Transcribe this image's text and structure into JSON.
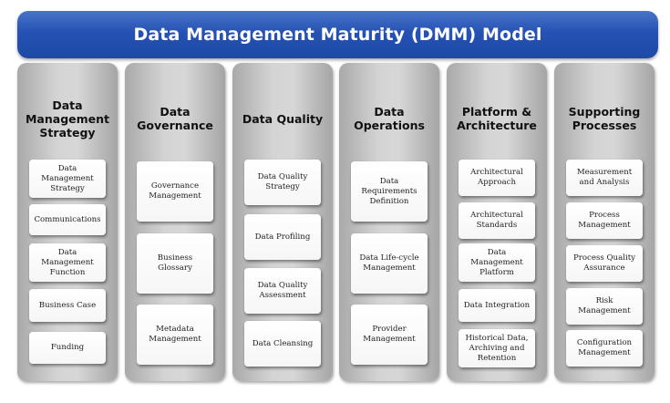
{
  "title": "Data Management Maturity (DMM) Model",
  "colors": {
    "banner": "#2552b4",
    "banner_text": "#ffffff",
    "column_fill": "#cfcfcf",
    "box_fill": "#ffffff"
  },
  "columns": [
    {
      "heading": "Data Management Strategy",
      "items": [
        "Data Management Strategy",
        "Communications",
        "Data Management Function",
        "Business Case",
        "Funding"
      ]
    },
    {
      "heading": "Data Governance",
      "items": [
        "Governance Management",
        "Business Glossary",
        "Metadata Management"
      ]
    },
    {
      "heading": "Data Quality",
      "items": [
        "Data Quality Strategy",
        "Data Profiling",
        "Data Quality Assessment",
        "Data Cleansing"
      ]
    },
    {
      "heading": "Data Operations",
      "items": [
        "Data Requirements Definition",
        "Data Life-cycle Management",
        "Provider Management"
      ]
    },
    {
      "heading": "Platform & Architecture",
      "items": [
        "Architectural Approach",
        "Architectural Standards",
        "Data Management Platform",
        "Data Integration",
        "Historical Data, Archiving and Retention"
      ]
    },
    {
      "heading": "Supporting Processes",
      "items": [
        "Measurement and Analysis",
        "Process Management",
        "Process Quality Assurance",
        "Risk Management",
        "Configuration Management"
      ]
    }
  ]
}
